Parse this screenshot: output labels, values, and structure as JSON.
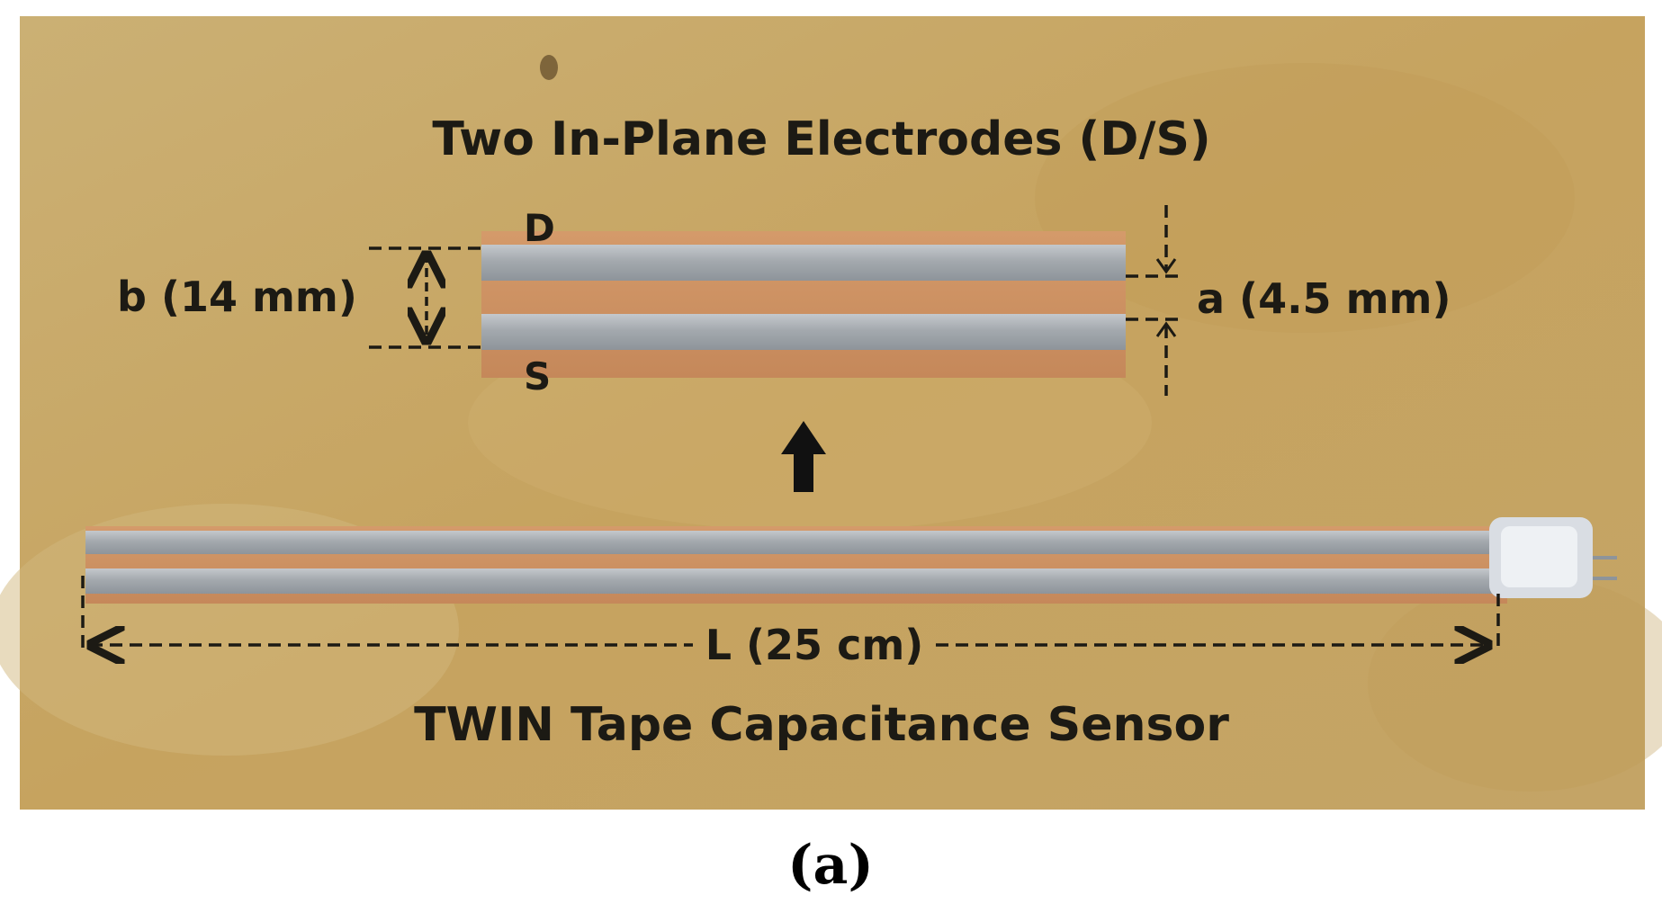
{
  "figure": {
    "top_title": "Two In-Plane Electrodes (D/S)",
    "label_d": "D",
    "label_s": "S",
    "dim_b": "b (14 mm)",
    "dim_a": "a (4.5 mm)",
    "dim_l": "L (25 cm)",
    "bottom_title": "TWIN Tape Capacitance Sensor",
    "caption": "(a)"
  },
  "colors": {
    "background_paper": "#c9a965",
    "tape": "#c98f5e",
    "electrode": "#a9aeb3",
    "text": "#1c1a14"
  }
}
